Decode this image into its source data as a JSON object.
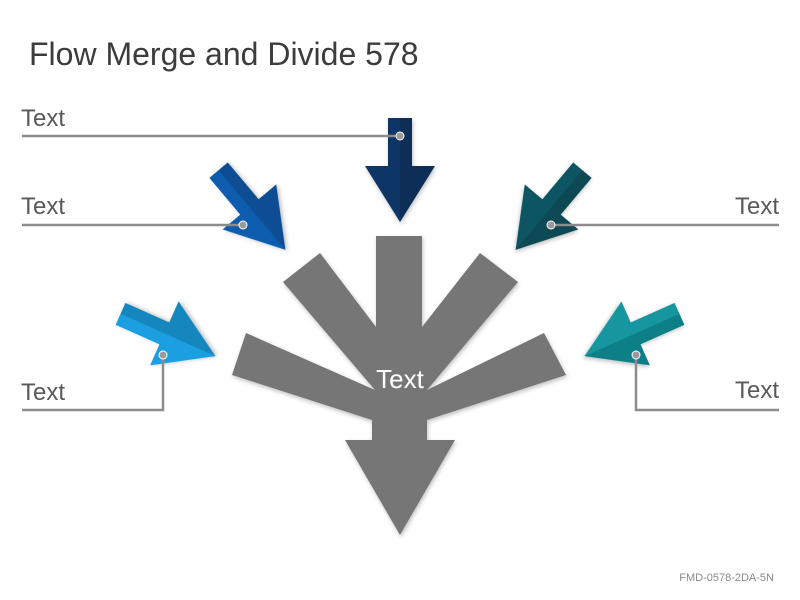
{
  "title": "Flow Merge and Divide 578",
  "labels": {
    "left_top": "Text",
    "left_mid": "Text",
    "left_bottom": "Text",
    "right_mid": "Text",
    "right_bottom": "Text",
    "center": "Text"
  },
  "code": "FMD-0578-2DA-5N",
  "colors": {
    "arrow_top": "#0b3566",
    "arrow_upper_left": "#0a5cae",
    "arrow_lower_left": "#1a9fe0",
    "arrow_upper_right": "#0c5563",
    "arrow_lower_right": "#12969e",
    "hub": "#767676",
    "connector": "#8c8c8c"
  }
}
